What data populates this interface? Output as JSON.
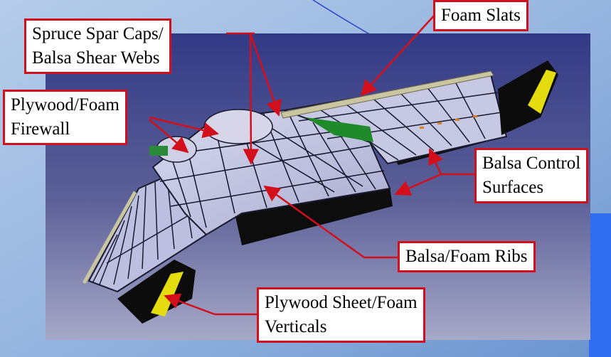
{
  "labels": {
    "foam_slats": [
      "Foam Slats"
    ],
    "spar_caps": [
      "Spruce Spar Caps/",
      "Balsa Shear Webs"
    ],
    "firewall": [
      "Plywood/Foam",
      "Firewall"
    ],
    "control_surfaces": [
      "Balsa Control",
      "Surfaces"
    ],
    "ribs": [
      "Balsa/Foam Ribs"
    ],
    "verticals": [
      "Plywood Sheet/Foam",
      "Verticals"
    ]
  },
  "colors": {
    "accent": "#d40f1c",
    "bg_light": "#a9c4e4",
    "bg_dark": "#6a93cf",
    "panel_top": "#323a86",
    "panel_bottom": "#a7a9c8",
    "structure": "#c6c8e4",
    "rib_line": "#14142a"
  }
}
